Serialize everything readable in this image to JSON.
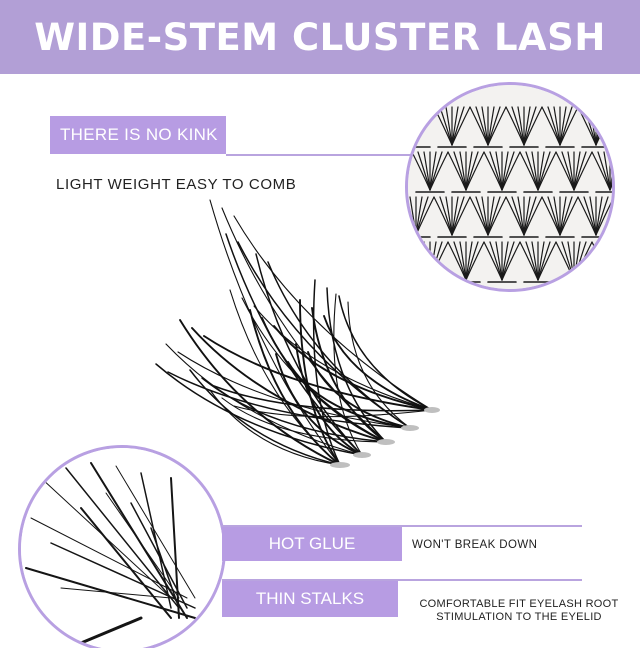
{
  "header": {
    "title": "WIDE-STEM CLUSTER LASH",
    "color": "#b29fd6"
  },
  "tags": {
    "no_kink": "THERE IS NO KINK",
    "hot_glue": "HOT GLUE",
    "thin_stalks": "THIN STALKS"
  },
  "descriptions": {
    "light_weight": "LIGHT WEIGHT EASY TO COMB",
    "wont_break": "WON'T BREAK DOWN",
    "comfortable_fit": "COMFORTABLE FIT EYELASH ROOT STIMULATION TO THE EYELID"
  },
  "colors": {
    "accent": "#b79ce3",
    "line": "#b9a4df"
  },
  "images": {
    "top_circle": "lash-tray-closeup",
    "hero": "single-lash-cluster",
    "bottom_circle": "lash-stem-closeup"
  }
}
